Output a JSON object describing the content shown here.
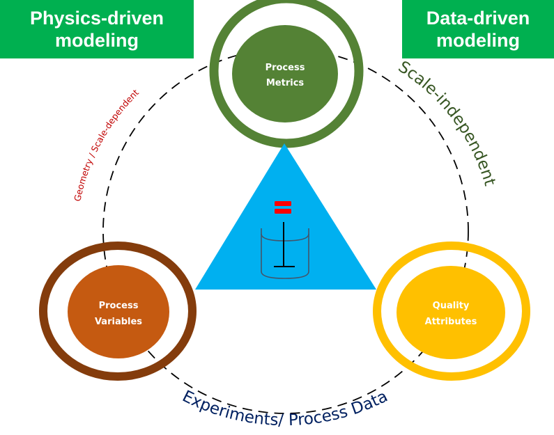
{
  "headers": {
    "left": {
      "line1": "Physics-driven",
      "line2": "modeling"
    },
    "right": {
      "line1": "Data-driven",
      "line2": "modeling"
    }
  },
  "nodes": {
    "top": {
      "line1": "Process",
      "line2": "Metrics",
      "color": "#548235"
    },
    "left": {
      "line1": "Process",
      "line2": "Variables",
      "color": "#c55a11",
      "ring_color": "#843c0c"
    },
    "right": {
      "line1": "Quality",
      "line2": "Attributes",
      "color": "#ffc000"
    }
  },
  "arc_labels": {
    "left": {
      "text": "Geometry / Scale-dependent",
      "color": "#c00000"
    },
    "right": {
      "text": "Scale-independent",
      "color": "#375623"
    },
    "bottom": {
      "text": "Experiments/  Process Data",
      "color": "#002060"
    }
  },
  "center": {
    "triangle_color": "#00b0f0",
    "equals_color": "#ff0000",
    "vessel_color": "#44546a",
    "icon": "stirred-vessel-icon"
  },
  "colors": {
    "header_bg": "#00b050",
    "dashed_line": "#000000"
  }
}
